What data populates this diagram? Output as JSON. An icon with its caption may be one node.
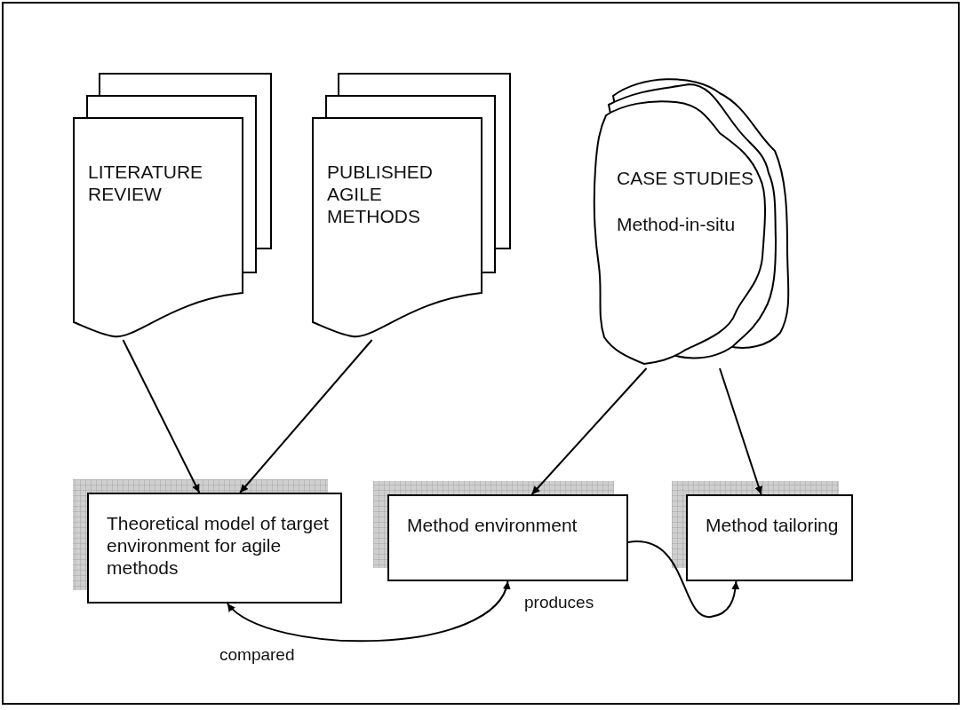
{
  "diagram": {
    "nodes": [
      {
        "text": [
          "LITERATURE REVIEW"
        ]
      },
      {
        "text": [
          "PUBLISHED AGILE METHODS"
        ]
      },
      {
        "text": [
          "CASE STUDIES",
          "Method-in-situ"
        ]
      },
      {
        "text": [
          "Theoretical model of target environment for agile methods"
        ]
      },
      {
        "text": [
          "Method environment"
        ]
      },
      {
        "text": [
          "Method tailoring"
        ]
      }
    ],
    "edges": [
      {
        "from": 0,
        "to": 3,
        "arrow": "to"
      },
      {
        "from": 1,
        "to": 3,
        "arrow": "to"
      },
      {
        "from": 2,
        "to": 4,
        "arrow": "to"
      },
      {
        "from": 2,
        "to": 5,
        "arrow": "to"
      },
      {
        "from": 3,
        "to": 4,
        "arrow": "both",
        "label": "compared"
      },
      {
        "from": 4,
        "to": 5,
        "arrow": "to",
        "label": "produces"
      }
    ]
  }
}
